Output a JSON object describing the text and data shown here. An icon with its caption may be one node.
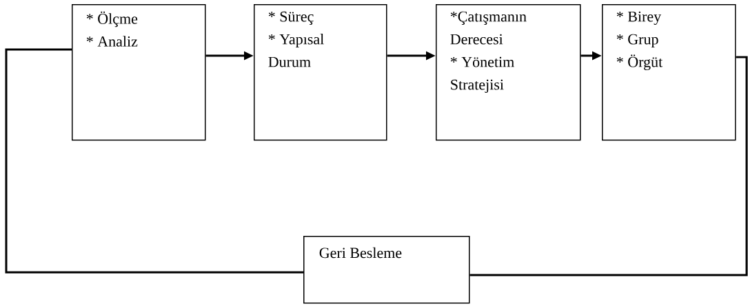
{
  "diagram": {
    "nodes": [
      {
        "text": [
          "* Ölçme",
          "* Analiz"
        ]
      },
      {
        "text": [
          "* Süreç",
          "* Yapısal Durum"
        ]
      },
      {
        "text": [
          "*Çatışmanın Derecesi",
          "* Yönetim Stratejisi"
        ]
      },
      {
        "text": [
          "* Birey",
          "* Grup",
          "* Örgüt"
        ]
      },
      {
        "text": [
          "Geri Besleme"
        ]
      }
    ],
    "edges": [
      {
        "from": 0,
        "to": 1,
        "arrow": "to"
      },
      {
        "from": 1,
        "to": 2,
        "arrow": "to"
      },
      {
        "from": 2,
        "to": 3,
        "arrow": "to"
      },
      {
        "from": 3,
        "to": 4,
        "arrow": "none"
      },
      {
        "from": 4,
        "to": 0,
        "arrow": "none"
      }
    ]
  }
}
